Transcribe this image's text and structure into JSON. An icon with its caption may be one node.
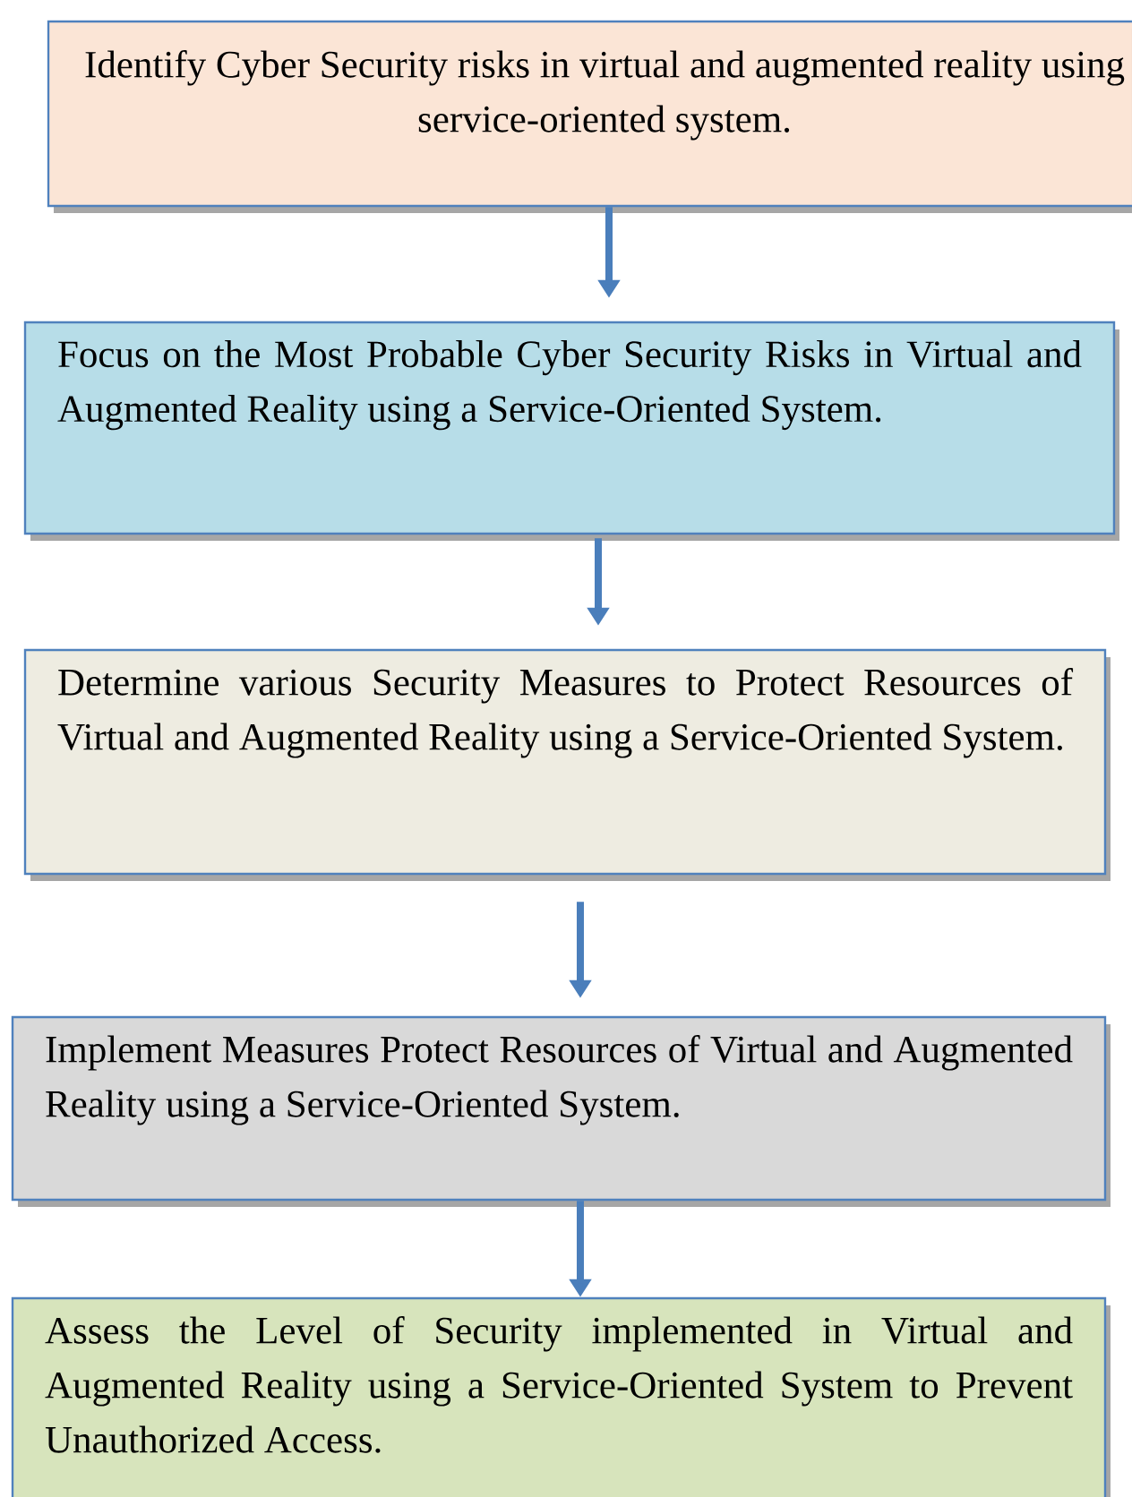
{
  "diagram": {
    "nodes": [
      {
        "text": [
          "Identify Cyber Security risks in virtual and augmented reality using service-oriented system."
        ]
      },
      {
        "text": [
          "Focus on the Most Probable Cyber Security Risks in Virtual and Augmented Reality using a Service-Oriented System."
        ]
      },
      {
        "text": [
          "Determine various Security Measures to Protect Resources of Virtual and Augmented Reality using a Service-Oriented System."
        ]
      },
      {
        "text": [
          "Implement Measures Protect Resources of Virtual and Augmented Reality using a Service-Oriented System."
        ]
      },
      {
        "text": [
          "Assess the Level of Security implemented in Virtual and Augmented Reality using a Service-Oriented System to Prevent Unauthorized Access."
        ]
      }
    ],
    "edges": [
      {
        "from": 0,
        "to": 1,
        "arrow": "to"
      },
      {
        "from": 1,
        "to": 2,
        "arrow": "to"
      },
      {
        "from": 2,
        "to": 3,
        "arrow": "to"
      },
      {
        "from": 3,
        "to": 4,
        "arrow": "to"
      }
    ]
  }
}
